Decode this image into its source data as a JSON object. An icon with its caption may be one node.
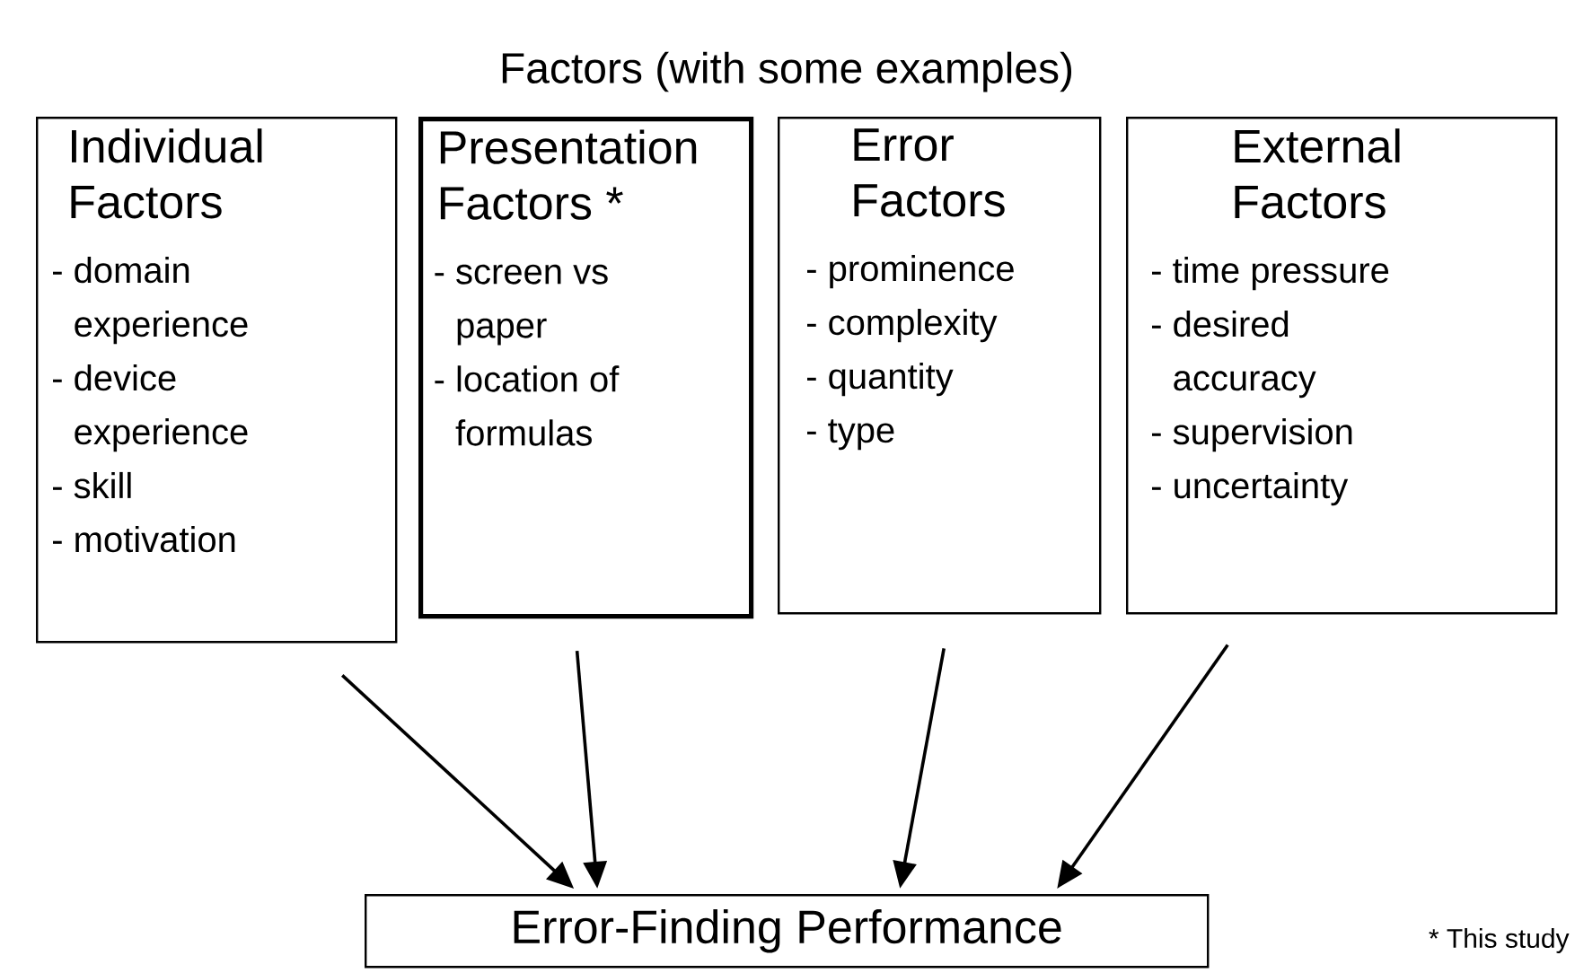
{
  "diagram": {
    "title": "Factors (with some examples)",
    "nodes": [
      {
        "text": [
          "Individual Factors",
          "- domain experience",
          "- device experience",
          "- skill",
          "- motivation"
        ]
      },
      {
        "text": [
          "Presentation Factors *",
          "- screen vs paper",
          "- location of formulas"
        ]
      },
      {
        "text": [
          "Error Factors",
          "- prominence",
          "- complexity",
          "- quantity",
          "- type"
        ]
      },
      {
        "text": [
          "External Factors",
          "- time pressure",
          "- desired accuracy",
          "- supervision",
          "- uncertainty"
        ]
      },
      {
        "text": [
          "Error-Finding Performance"
        ]
      }
    ],
    "edges": [
      {
        "from": 0,
        "to": 4,
        "arrow": "to"
      },
      {
        "from": 1,
        "to": 4,
        "arrow": "to"
      },
      {
        "from": 2,
        "to": 4,
        "arrow": "to"
      },
      {
        "from": 3,
        "to": 4,
        "arrow": "to"
      }
    ],
    "labels": [
      "* This study"
    ]
  }
}
